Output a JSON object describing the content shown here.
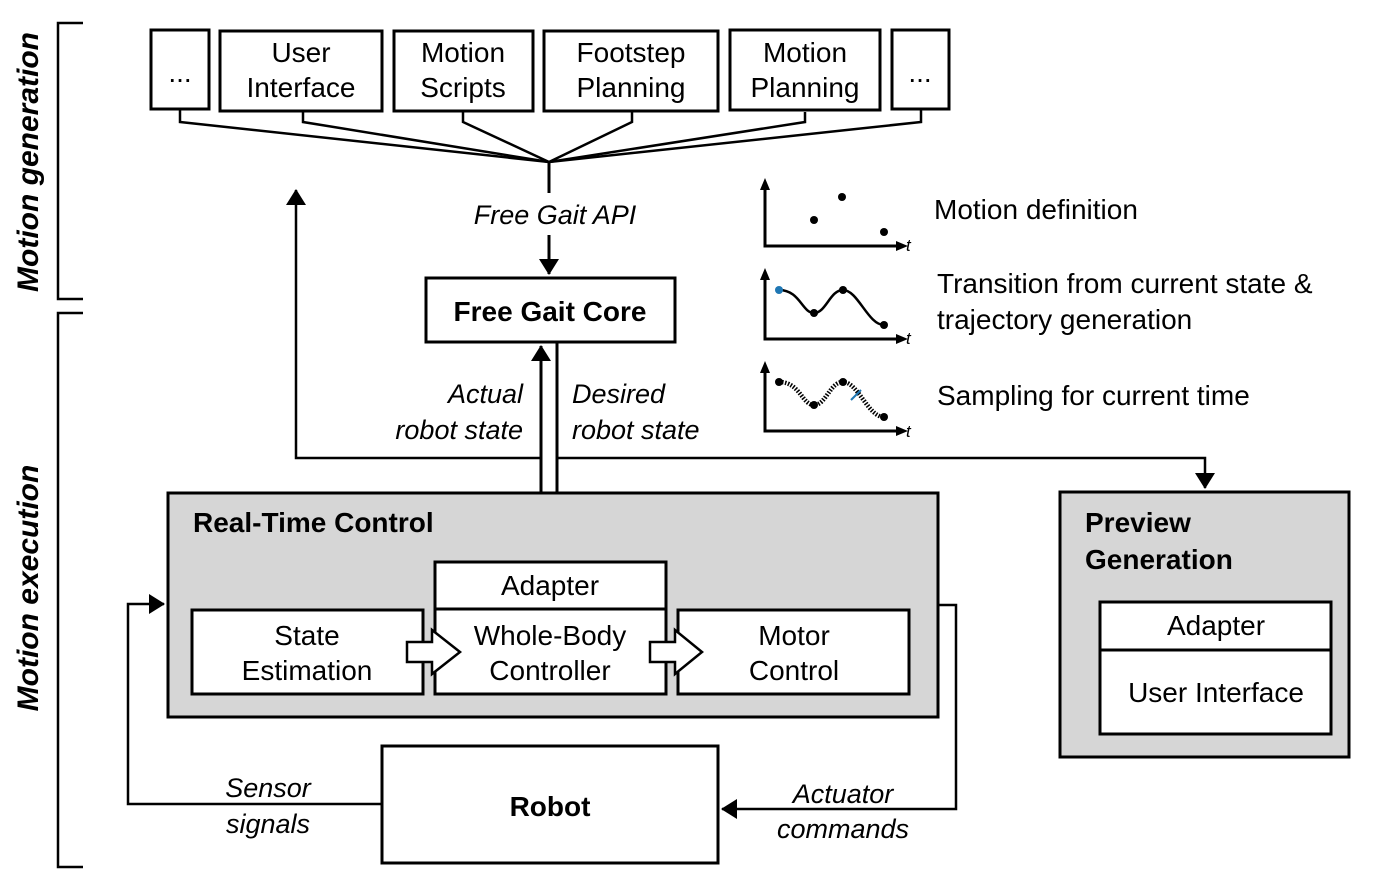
{
  "sections": {
    "motion_generation": "Motion generation",
    "motion_execution": "Motion execution"
  },
  "generators": [
    {
      "line1": "...",
      "line2": ""
    },
    {
      "line1": "User",
      "line2": "Interface"
    },
    {
      "line1": "Motion",
      "line2": "Scripts"
    },
    {
      "line1": "Footstep",
      "line2": "Planning"
    },
    {
      "line1": "Motion",
      "line2": "Planning"
    },
    {
      "line1": "...",
      "line2": ""
    }
  ],
  "api_label": "Free Gait API",
  "core_label": "Free Gait Core",
  "actual_state": {
    "line1": "Actual",
    "line2": "robot state"
  },
  "desired_state": {
    "line1": "Desired",
    "line2": "robot state"
  },
  "realtime": {
    "title": "Real-Time Control",
    "adapter": "Adapter",
    "state_estimation": {
      "line1": "State",
      "line2": "Estimation"
    },
    "whole_body": {
      "line1": "Whole-Body",
      "line2": "Controller"
    },
    "motor_control": {
      "line1": "Motor",
      "line2": "Control"
    }
  },
  "preview": {
    "title_line1": "Preview",
    "title_line2": "Generation",
    "adapter": "Adapter",
    "user_interface": "User Interface"
  },
  "robot_label": "Robot",
  "sensor": {
    "line1": "Sensor",
    "line2": "signals"
  },
  "actuator": {
    "line1": "Actuator",
    "line2": "commands"
  },
  "legend": {
    "axis_label": "t",
    "steps": [
      {
        "line1": "Motion definition",
        "line2": ""
      },
      {
        "line1": "Transition from current state &",
        "line2": "trajectory generation"
      },
      {
        "line1": "Sampling for current time",
        "line2": ""
      }
    ],
    "accent_color": "#1f77b4"
  }
}
